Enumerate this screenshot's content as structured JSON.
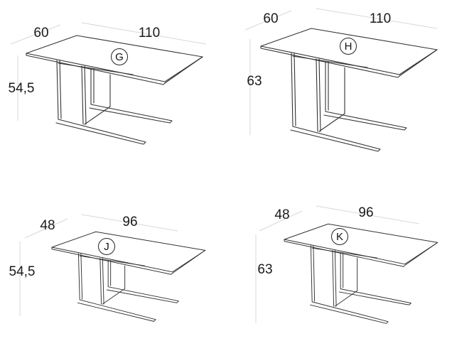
{
  "tables": [
    {
      "id": "G",
      "depth": "60",
      "length": "110",
      "height": "54,5"
    },
    {
      "id": "H",
      "depth": "60",
      "length": "110",
      "height": "63"
    },
    {
      "id": "J",
      "depth": "48",
      "length": "96",
      "height": "54,5"
    },
    {
      "id": "K",
      "depth": "48",
      "length": "96",
      "height": "63"
    }
  ],
  "colors": {
    "line": "#333333",
    "dimension_line": "#d8d8d8",
    "text": "#1a1a1a"
  }
}
